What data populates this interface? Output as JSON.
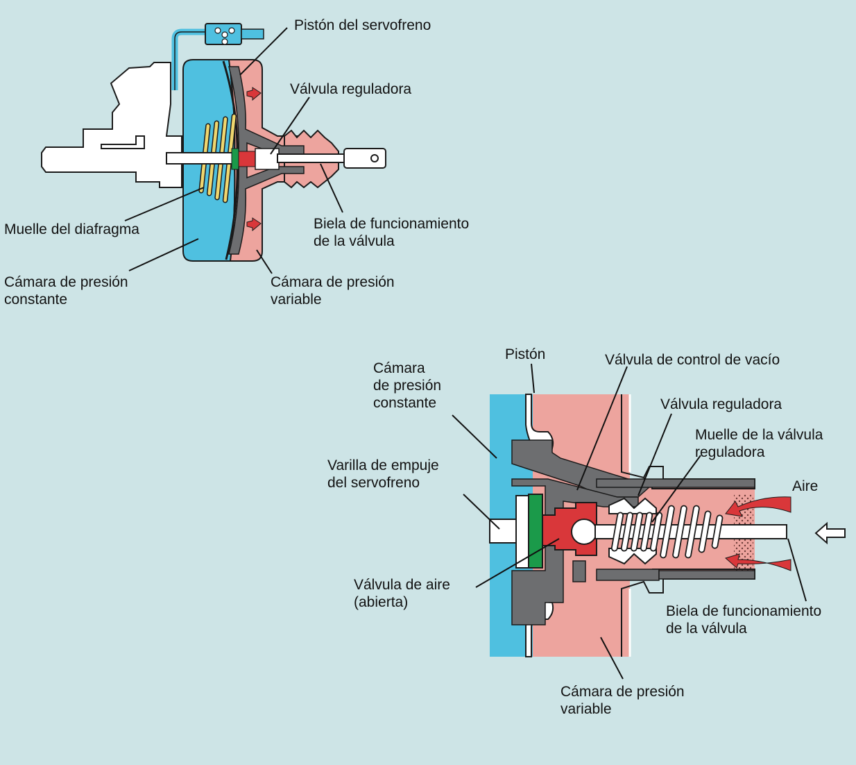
{
  "colors": {
    "background": "#cde4e6",
    "constant_chamber": "#4fc0e0",
    "variable_chamber": "#eda49e",
    "metal_gray": "#6d6e70",
    "air_valve_red": "#d9373a",
    "reaction_disc_green": "#1b9a4a",
    "spring_yellow": "#efd66e",
    "leader_line": "#111111"
  },
  "top_view": {
    "piston_label": "Pistón del servofreno",
    "regulating_valve_label": "Válvula reguladora",
    "diaphragm_spring_label": "Muelle del diafragma",
    "constant_chamber_label": [
      "Cámara de presión",
      "constante"
    ],
    "valve_rod_label": [
      "Biela de funcionamiento",
      "de la válvula"
    ],
    "variable_chamber_label": [
      "Cámara de presión",
      "variable"
    ]
  },
  "detail_view": {
    "piston_label": "Pistón",
    "constant_chamber_label": [
      "Cámara",
      "de presión",
      "constante"
    ],
    "vacuum_valve_label": "Válvula de control de vacío",
    "regulating_valve_label": "Válvula reguladora",
    "valve_spring_label": [
      "Muelle de la válvula",
      "reguladora"
    ],
    "push_rod_label": [
      "Varilla de empuje",
      "del servofreno"
    ],
    "air_label": "Aire",
    "air_valve_label": [
      "Válvula de aire",
      "(abierta)"
    ],
    "valve_rod_label": [
      "Biela de funcionamiento",
      "de la válvula"
    ],
    "variable_chamber_label": [
      "Cámara de presión",
      "variable"
    ]
  }
}
